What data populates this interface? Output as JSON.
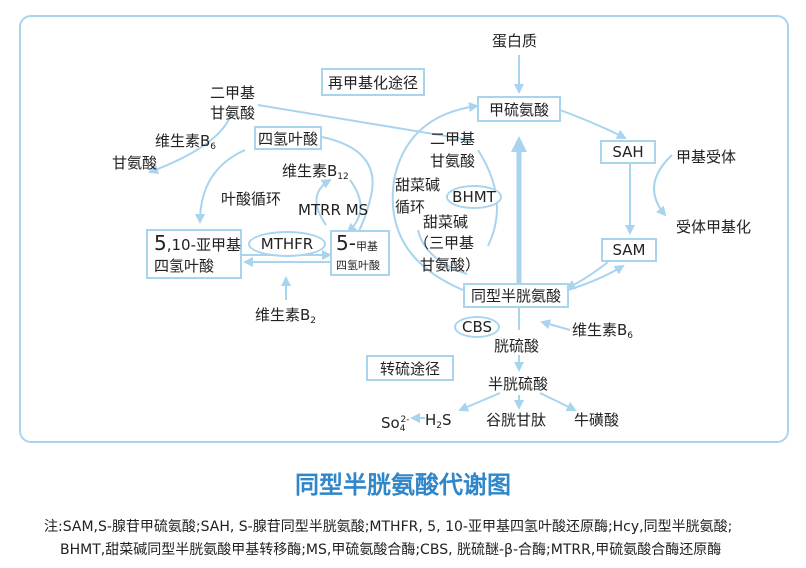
{
  "nodes": {
    "protein": "蛋白质",
    "methionine": "甲硫氨酸",
    "sah": "SAH",
    "methyl_acceptor": "甲基受体",
    "acceptor_methylation": "受体甲基化",
    "sam": "SAM",
    "homocysteine": "同型半胱氨酸",
    "remethylation": "再甲基化途径",
    "dimethylglycine_left_1": "二甲基",
    "dimethylglycine_left_2": "甘氨酸",
    "vitb6_left": "维生素B",
    "vitb6_left_sub": "6",
    "glycine": "甘氨酸",
    "thf": "四氢叶酸",
    "vitb12": "维生素B",
    "vitb12_sub": "12",
    "folate_cycle": "叶酸循环",
    "mtrr_ms": "MTRR MS",
    "mthf_left_big": "5",
    "mthf_left_rest": ",10-亚甲基",
    "mthf_left_2": "四氢叶酸",
    "mthfr": "MTHFR",
    "methyl_thf_big": "5-",
    "methyl_thf_small": "甲基",
    "methyl_thf_2": "四氢叶酸",
    "vitb2": "维生素B",
    "vitb2_sub": "2",
    "dmg_right_1": "二甲基",
    "dmg_right_2": "甘氨酸",
    "betaine_1": "甜菜碱",
    "betaine_2": "循环",
    "bhmt": "BHMT",
    "betaine_3": "甜菜碱",
    "trimethylglycine": "（三甲基",
    "trimethylglycine_2": "甘氨酸）",
    "cbs": "CBS",
    "vitb6_right": "维生素B",
    "vitb6_right_sub": "6",
    "cystathionine": "胱硫酸",
    "transsulfuration": "转硫途径",
    "cysteine": "半胱硫酸",
    "so4": "So",
    "so4_sub": "4",
    "so4_sup": "2-",
    "h2s_h": "H",
    "h2s_sub": "2",
    "h2s_s": "S",
    "glutathione": "谷胱甘肽",
    "taurine": "牛磺酸"
  },
  "title": "同型半胱氨酸代谢图",
  "notes": {
    "line1": "注:SAM,S-腺苷甲硫氨酸;SAH, S-腺苷同型半胱氨酸;MTHFR, 5, 10-亚甲基四氢叶酸还原酶;Hcy,同型半胱氨酸;",
    "line2": "BHMT,甜菜碱同型半胱氨酸甲基转移酶;MS,甲硫氨酸合酶;CBS, 胱硫醚-β-合酶;MTRR,甲硫氨酸合酶还原酶"
  },
  "colors": {
    "line": "#a9d4ee",
    "title": "#2f86c8"
  }
}
